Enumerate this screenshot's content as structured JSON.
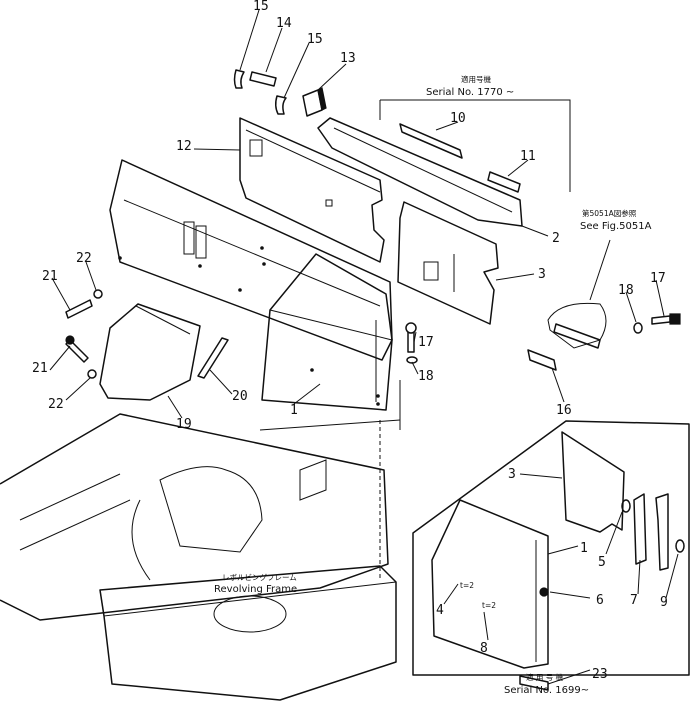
{
  "callouts": [
    "15",
    "14",
    "15",
    "13",
    "12",
    "10",
    "11",
    "2",
    "3",
    "22",
    "21",
    "21",
    "22",
    "20",
    "19",
    "1",
    "17",
    "18",
    "17",
    "18",
    "16",
    "3",
    "1",
    "5",
    "6",
    "7",
    "9",
    "4",
    "8",
    "23"
  ],
  "serial_top": {
    "jp": "適用号機",
    "en": "Serial  No.  1770 ~"
  },
  "serial_bottom": {
    "jp": "適 用 号 機",
    "en": "Serial  No.  1699~"
  },
  "see_fig": {
    "jp": "第5051A図参照",
    "en": "See Fig.5051A"
  },
  "frame_label": {
    "jp": "レボルビングフレーム",
    "en": "Revolving Frame"
  },
  "marks": {
    "a": "t=2",
    "b": "t=2"
  }
}
